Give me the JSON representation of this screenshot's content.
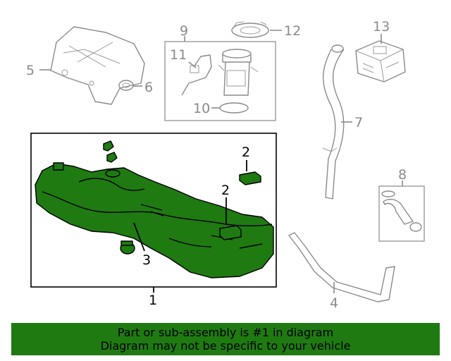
{
  "callouts": {
    "c1": "1",
    "c2a": "2",
    "c2b": "2",
    "c3": "3",
    "c4": "4",
    "c5": "5",
    "c6": "6",
    "c7": "7",
    "c8": "8",
    "c9": "9",
    "c10": "10",
    "c11": "11",
    "c12": "12",
    "c13": "13"
  },
  "banner": {
    "line1": "Part or sub-assembly is #1 in diagram",
    "line2": "Diagram may not be specific to your vehicle"
  },
  "colors": {
    "highlight": "#1f7a12",
    "gray_parts": "#8a8a8a",
    "banner_bg": "#1f7a12"
  }
}
